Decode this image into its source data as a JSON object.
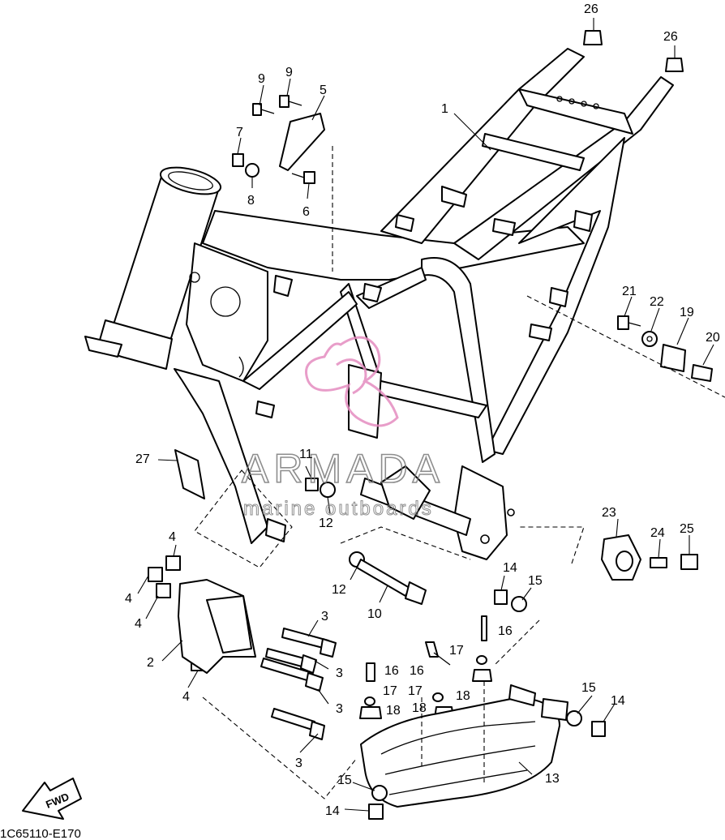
{
  "diagram_code": "1C65110-E170",
  "fwd_label": "FWD",
  "watermark": {
    "brand": "ARMADA",
    "tagline": "marine outboards",
    "color": "#e58cc0"
  },
  "callouts": [
    {
      "id": "c26a",
      "label": "26"
    },
    {
      "id": "c26b",
      "label": "26"
    },
    {
      "id": "c1",
      "label": "1"
    },
    {
      "id": "c9a",
      "label": "9"
    },
    {
      "id": "c9b",
      "label": "9"
    },
    {
      "id": "c5",
      "label": "5"
    },
    {
      "id": "c7",
      "label": "7"
    },
    {
      "id": "c8",
      "label": "8"
    },
    {
      "id": "c6",
      "label": "6"
    },
    {
      "id": "c21",
      "label": "21"
    },
    {
      "id": "c22",
      "label": "22"
    },
    {
      "id": "c19",
      "label": "19"
    },
    {
      "id": "c20",
      "label": "20"
    },
    {
      "id": "c27",
      "label": "27"
    },
    {
      "id": "c11",
      "label": "11"
    },
    {
      "id": "c12a",
      "label": "12"
    },
    {
      "id": "c23",
      "label": "23"
    },
    {
      "id": "c24",
      "label": "24"
    },
    {
      "id": "c25",
      "label": "25"
    },
    {
      "id": "c4a",
      "label": "4"
    },
    {
      "id": "c4b",
      "label": "4"
    },
    {
      "id": "c4c",
      "label": "4"
    },
    {
      "id": "c12b",
      "label": "12"
    },
    {
      "id": "c10",
      "label": "10"
    },
    {
      "id": "c14a",
      "label": "14"
    },
    {
      "id": "c15a",
      "label": "15"
    },
    {
      "id": "c3a",
      "label": "3"
    },
    {
      "id": "c16a",
      "label": "16"
    },
    {
      "id": "c17a",
      "label": "17"
    },
    {
      "id": "c2",
      "label": "2"
    },
    {
      "id": "c3b",
      "label": "3"
    },
    {
      "id": "c16b",
      "label": "16"
    },
    {
      "id": "c16c",
      "label": "16"
    },
    {
      "id": "c18a",
      "label": "18"
    },
    {
      "id": "c4d",
      "label": "4"
    },
    {
      "id": "c17b",
      "label": "17"
    },
    {
      "id": "c17c",
      "label": "17"
    },
    {
      "id": "c3c",
      "label": "3"
    },
    {
      "id": "c18b",
      "label": "18"
    },
    {
      "id": "c18c",
      "label": "18"
    },
    {
      "id": "c15b",
      "label": "15"
    },
    {
      "id": "c14b",
      "label": "14"
    },
    {
      "id": "c3d",
      "label": "3"
    },
    {
      "id": "c13",
      "label": "13"
    },
    {
      "id": "c15c",
      "label": "15"
    },
    {
      "id": "c14c",
      "label": "14"
    }
  ]
}
